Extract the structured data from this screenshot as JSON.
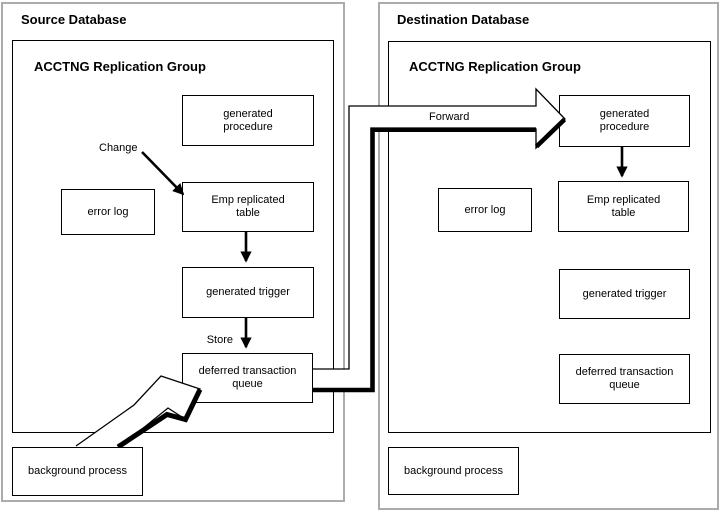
{
  "source": {
    "title": "Source Database",
    "group_title": "ACCTNG Replication Group",
    "boxes": {
      "generated_procedure": "generated\nprocedure",
      "error_log": "error log",
      "emp_replicated_table": "Emp replicated\ntable",
      "generated_trigger": "generated trigger",
      "deferred_transaction_queue": "deferred transaction\nqueue",
      "background_process": "background process"
    },
    "annotations": {
      "change": "Change",
      "store": "Store"
    }
  },
  "destination": {
    "title": "Destination Database",
    "group_title": "ACCTNG Replication Group",
    "boxes": {
      "generated_procedure": "generated\nprocedure",
      "error_log": "error log",
      "emp_replicated_table": "Emp replicated\ntable",
      "generated_trigger": "generated trigger",
      "deferred_transaction_queue": "deferred transaction\nqueue",
      "background_process": "background process"
    }
  },
  "flow": {
    "forward_label": "Forward"
  },
  "colors": {
    "panel_border": "#ababab",
    "box_border": "#000000",
    "arrow_stroke": "#000000",
    "arrow_fill": "#ffffff",
    "background": "#ffffff"
  }
}
